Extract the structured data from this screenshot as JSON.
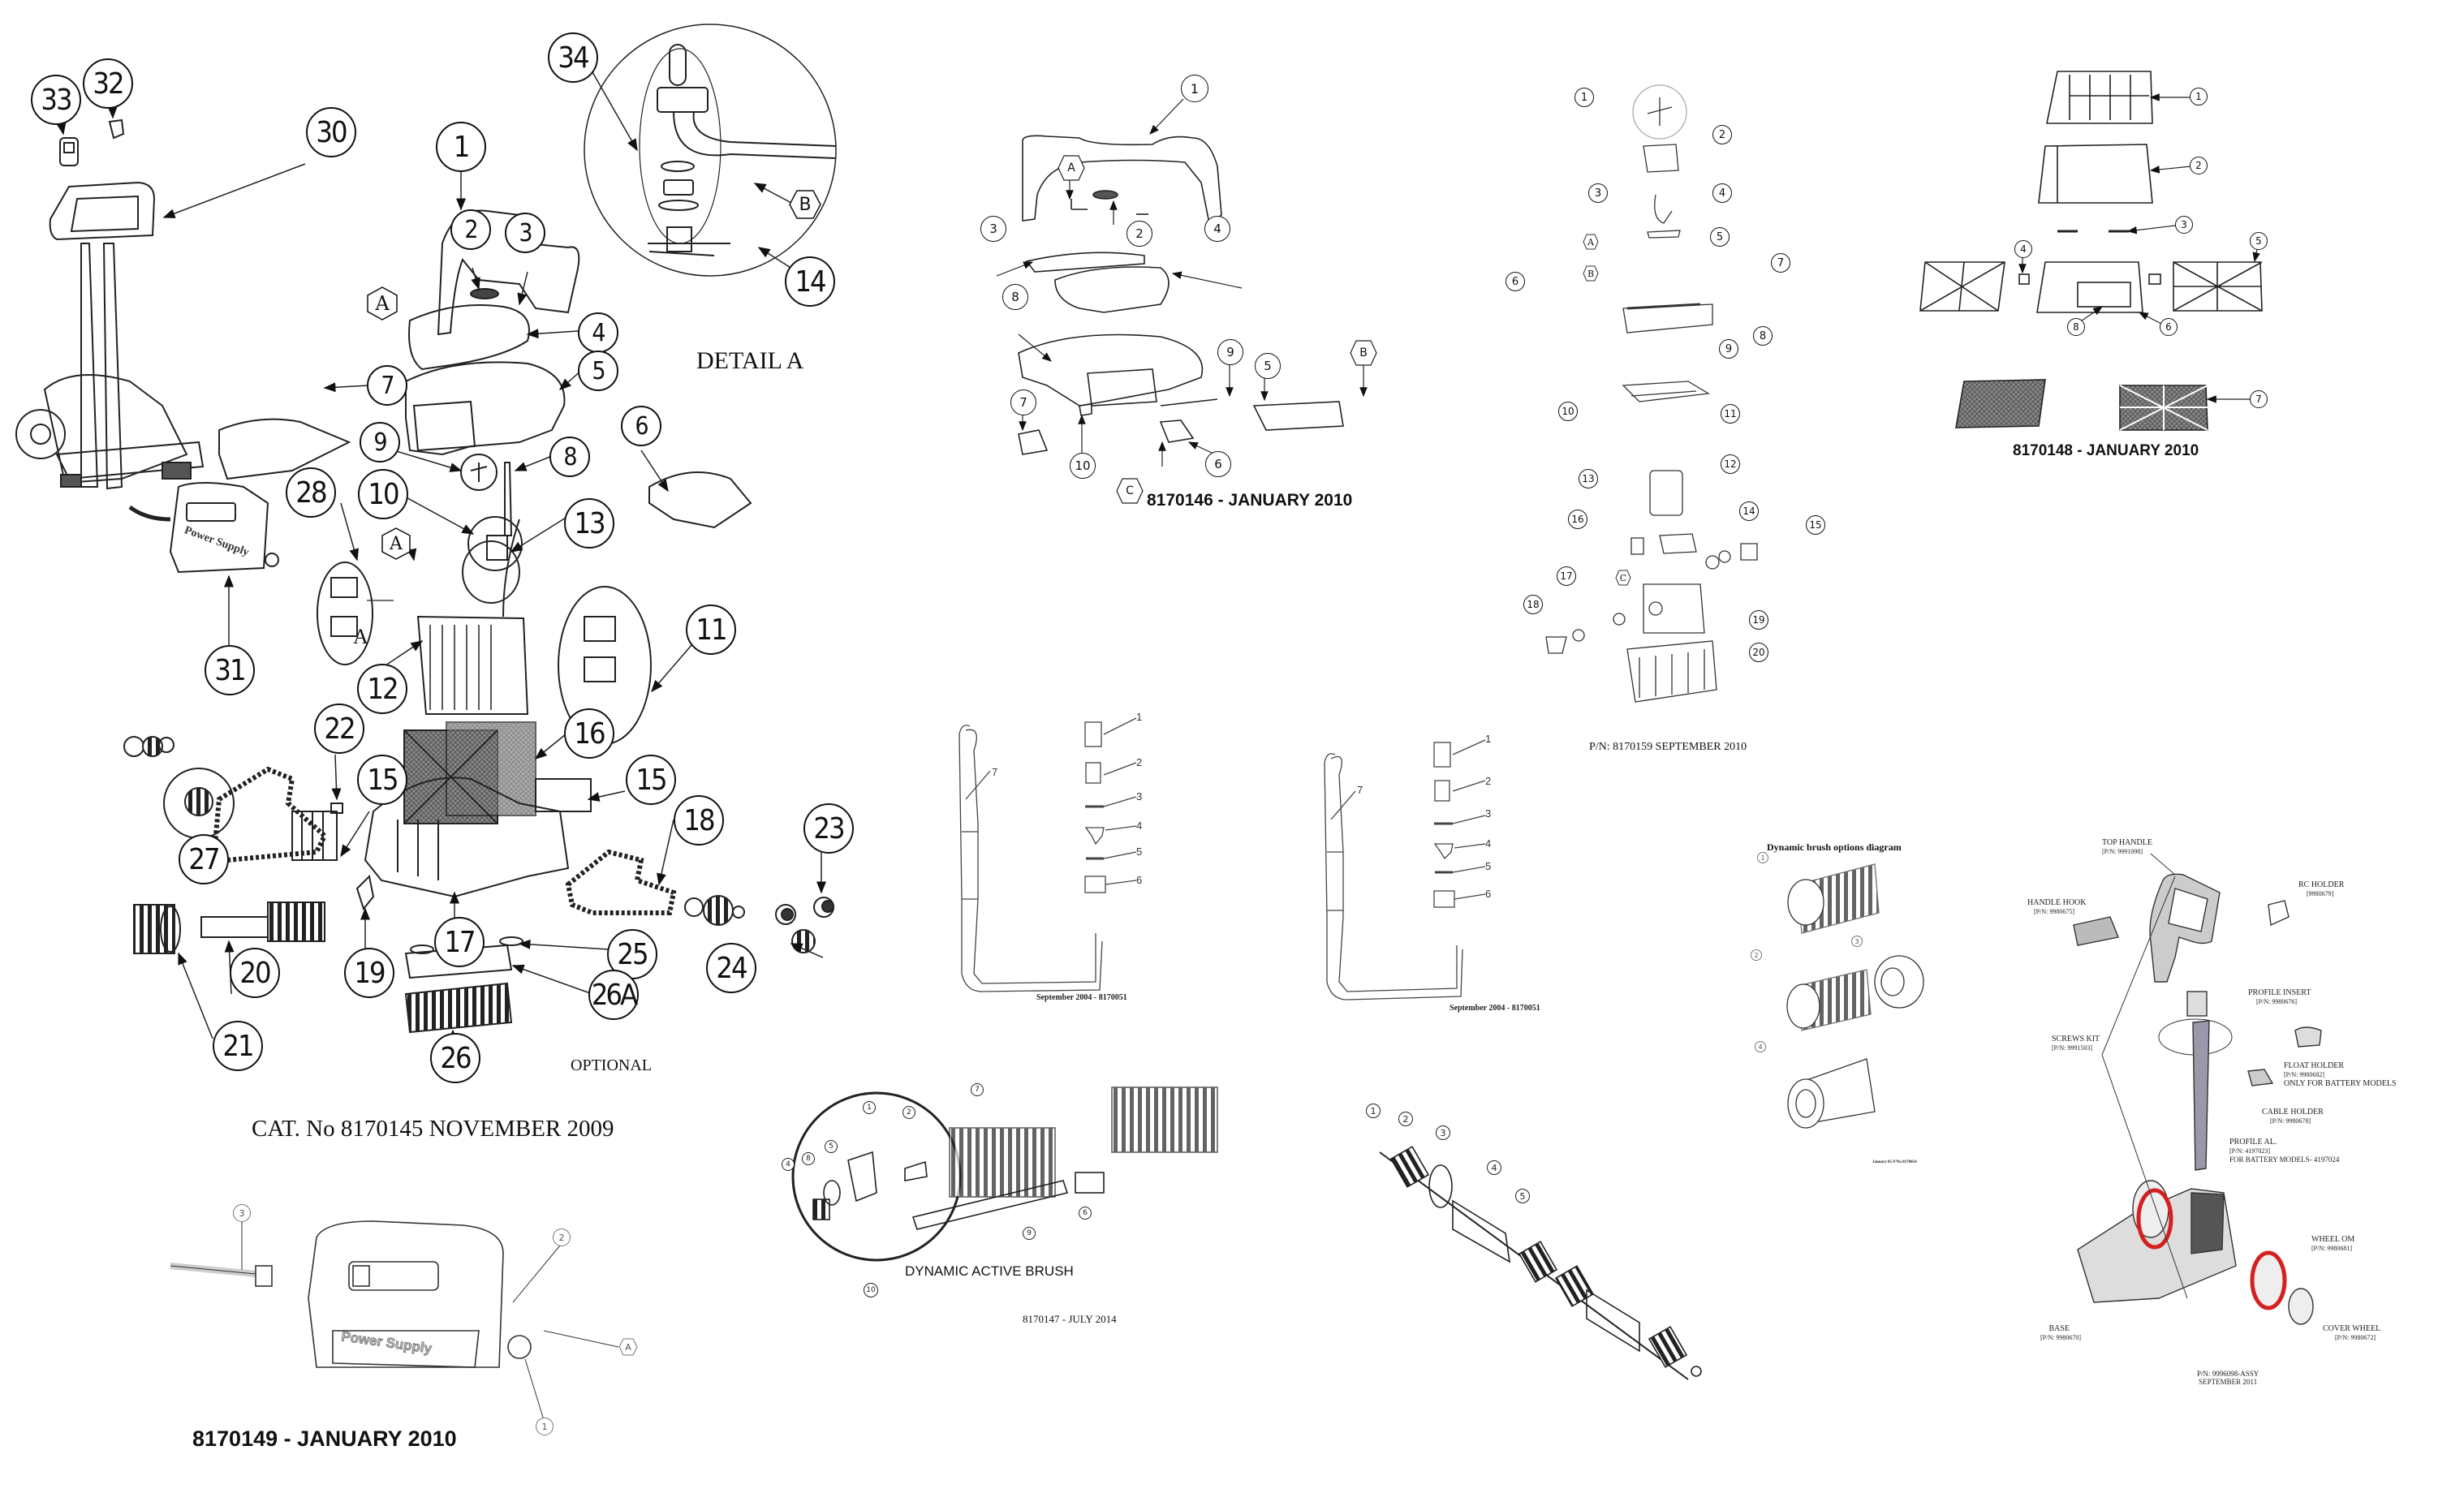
{
  "sheet_main": {
    "title": "CAT. No 8170145 NOVEMBER 2009",
    "detail_label": "DETAIL A",
    "optional_label": "OPTIONAL",
    "power_supply_label": "Power Supply",
    "callouts": [
      "1",
      "2",
      "3",
      "4",
      "5",
      "6",
      "7",
      "8",
      "9",
      "10",
      "11",
      "12",
      "13",
      "14",
      "15",
      "15",
      "16",
      "17",
      "18",
      "19",
      "20",
      "21",
      "22",
      "23",
      "24",
      "25",
      "26",
      "26A",
      "27",
      "28",
      "30",
      "31",
      "32",
      "33",
      "34"
    ],
    "letter_callouts": [
      "A",
      "A",
      "B"
    ],
    "inline_letter": "A"
  },
  "sheet_8170146": {
    "title": "8170146 - JANUARY 2010",
    "callouts": [
      "1",
      "2",
      "3",
      "4",
      "5",
      "6",
      "7",
      "8",
      "9",
      "10"
    ],
    "letter_callouts": [
      "A",
      "B",
      "C"
    ]
  },
  "sheet_8170159": {
    "title": "P/N: 8170159 SEPTEMBER 2010",
    "callouts": [
      "1",
      "2",
      "3",
      "4",
      "5",
      "6",
      "7",
      "8",
      "9",
      "10",
      "11",
      "12",
      "13",
      "14",
      "15",
      "16",
      "17",
      "18",
      "19",
      "20"
    ],
    "letter_callouts": [
      "A",
      "B",
      "C"
    ]
  },
  "sheet_8170148": {
    "title": "8170148 - JANUARY 2010",
    "callouts": [
      "1",
      "2",
      "3",
      "4",
      "5",
      "6",
      "7",
      "8"
    ]
  },
  "sheet_cable_a": {
    "caption": "September 2004 - 8170051",
    "leaders": [
      "1",
      "2",
      "3",
      "4",
      "5",
      "6",
      "7"
    ]
  },
  "sheet_cable_b": {
    "caption": "September 2004 - 8170051",
    "leaders": [
      "1",
      "2",
      "3",
      "4",
      "5",
      "6",
      "7"
    ]
  },
  "sheet_brush_options": {
    "title": "Dynamic brush options diagram",
    "callouts": [
      "1",
      "2",
      "3",
      "4"
    ],
    "caption": "January 05 P/No 8170054"
  },
  "sheet_caddy": {
    "parts": [
      {
        "name": "TOP HANDLE",
        "pn": "[P/N: 9991098]"
      },
      {
        "name": "RC HOLDER",
        "pn": "[9980679]"
      },
      {
        "name": "HANDLE HOOK",
        "pn": "[P/N: 9980675]"
      },
      {
        "name": "PROFILE INSERT",
        "pn": "[P/N: 9980676]"
      },
      {
        "name": "SCREWS KIT",
        "pn": "[P/N: 9991503]"
      },
      {
        "name": "FLOAT HOLDER",
        "pn": "[P/N: 9980682]",
        "note": "ONLY FOR BATTERY MODELS"
      },
      {
        "name": "CABLE HOLDER",
        "pn": "[P/N: 9980678]"
      },
      {
        "name": "PROFILE AL.",
        "pn": "[P/N: 4197023]",
        "note": "FOR BATTERY MODELS- 4197024"
      },
      {
        "name": "WHEEL OM",
        "pn": "[P/N: 9980681]"
      },
      {
        "name": "BASE",
        "pn": "[P/N: 9980670]"
      },
      {
        "name": "COVER WHEEL",
        "pn": "[P/N: 9980672]"
      }
    ],
    "footer_pn": "P/N: 9996098-ASSY",
    "footer_date": "SEPTEMBER 2011",
    "accent_color": "#d42020"
  },
  "sheet_active_brush": {
    "title": "DYNAMIC ACTIVE BRUSH",
    "caption": "8170147 - JULY 2014",
    "callouts": [
      "1",
      "2",
      "4",
      "5",
      "6",
      "7",
      "8",
      "9",
      "10"
    ]
  },
  "sheet_shaft": {
    "callouts": [
      "1",
      "2",
      "3",
      "4",
      "5"
    ]
  },
  "sheet_8170149": {
    "title": "8170149 - JANUARY 2010",
    "power_supply_label": "Power Supply",
    "callouts": [
      "1",
      "2",
      "3"
    ],
    "letter_callouts": [
      "A"
    ]
  }
}
